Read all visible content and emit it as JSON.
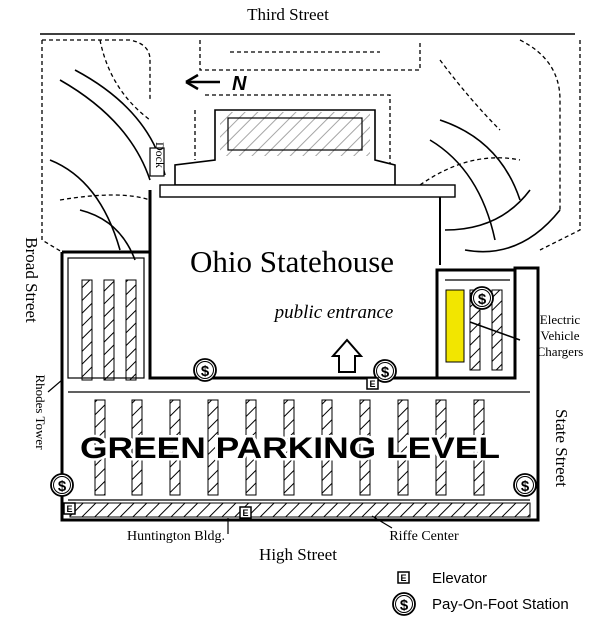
{
  "map": {
    "streets": {
      "north": "Third Street",
      "south": "High Street",
      "west": "Broad Street",
      "east": "State Street"
    },
    "compass_label": "N",
    "building": "Ohio Statehouse",
    "entrance": "public entrance",
    "level_title": "GREEN PARKING LEVEL",
    "labels": {
      "dock": "Dock",
      "rhodes": "Rhodes Tower",
      "huntington": "Huntington Bldg.",
      "riffe": "Riffe Center",
      "ev": [
        "Electric",
        "Vehicle",
        "Chargers"
      ]
    },
    "pay_symbol": "$",
    "elevator_symbol": "E",
    "colors": {
      "ev_chargers": "#f2e600",
      "ink": "#000000",
      "background": "#ffffff"
    },
    "legend": {
      "elevator": "Elevator",
      "pay": "Pay-On-Foot Station"
    }
  }
}
